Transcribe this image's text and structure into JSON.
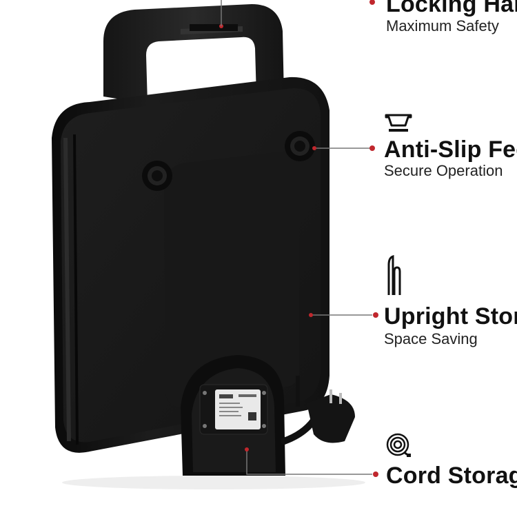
{
  "features": [
    {
      "id": "locking-handle",
      "title": "Locking Hang",
      "subtitle": "Maximum Safety"
    },
    {
      "id": "anti-slip-feet",
      "title": "Anti-Slip Fee",
      "subtitle": "Secure Operation"
    },
    {
      "id": "upright-storage",
      "title": "Upright Stor",
      "subtitle": "Space Saving"
    },
    {
      "id": "cord-storage",
      "title": "Cord Storag",
      "subtitle": ""
    }
  ],
  "colors": {
    "accent": "#c0272d",
    "text": "#111111",
    "body": "#161616"
  },
  "icons": {
    "feet": "anti-slip-feet-icon",
    "upright": "upright-storage-icon",
    "cord": "cord-storage-icon"
  }
}
